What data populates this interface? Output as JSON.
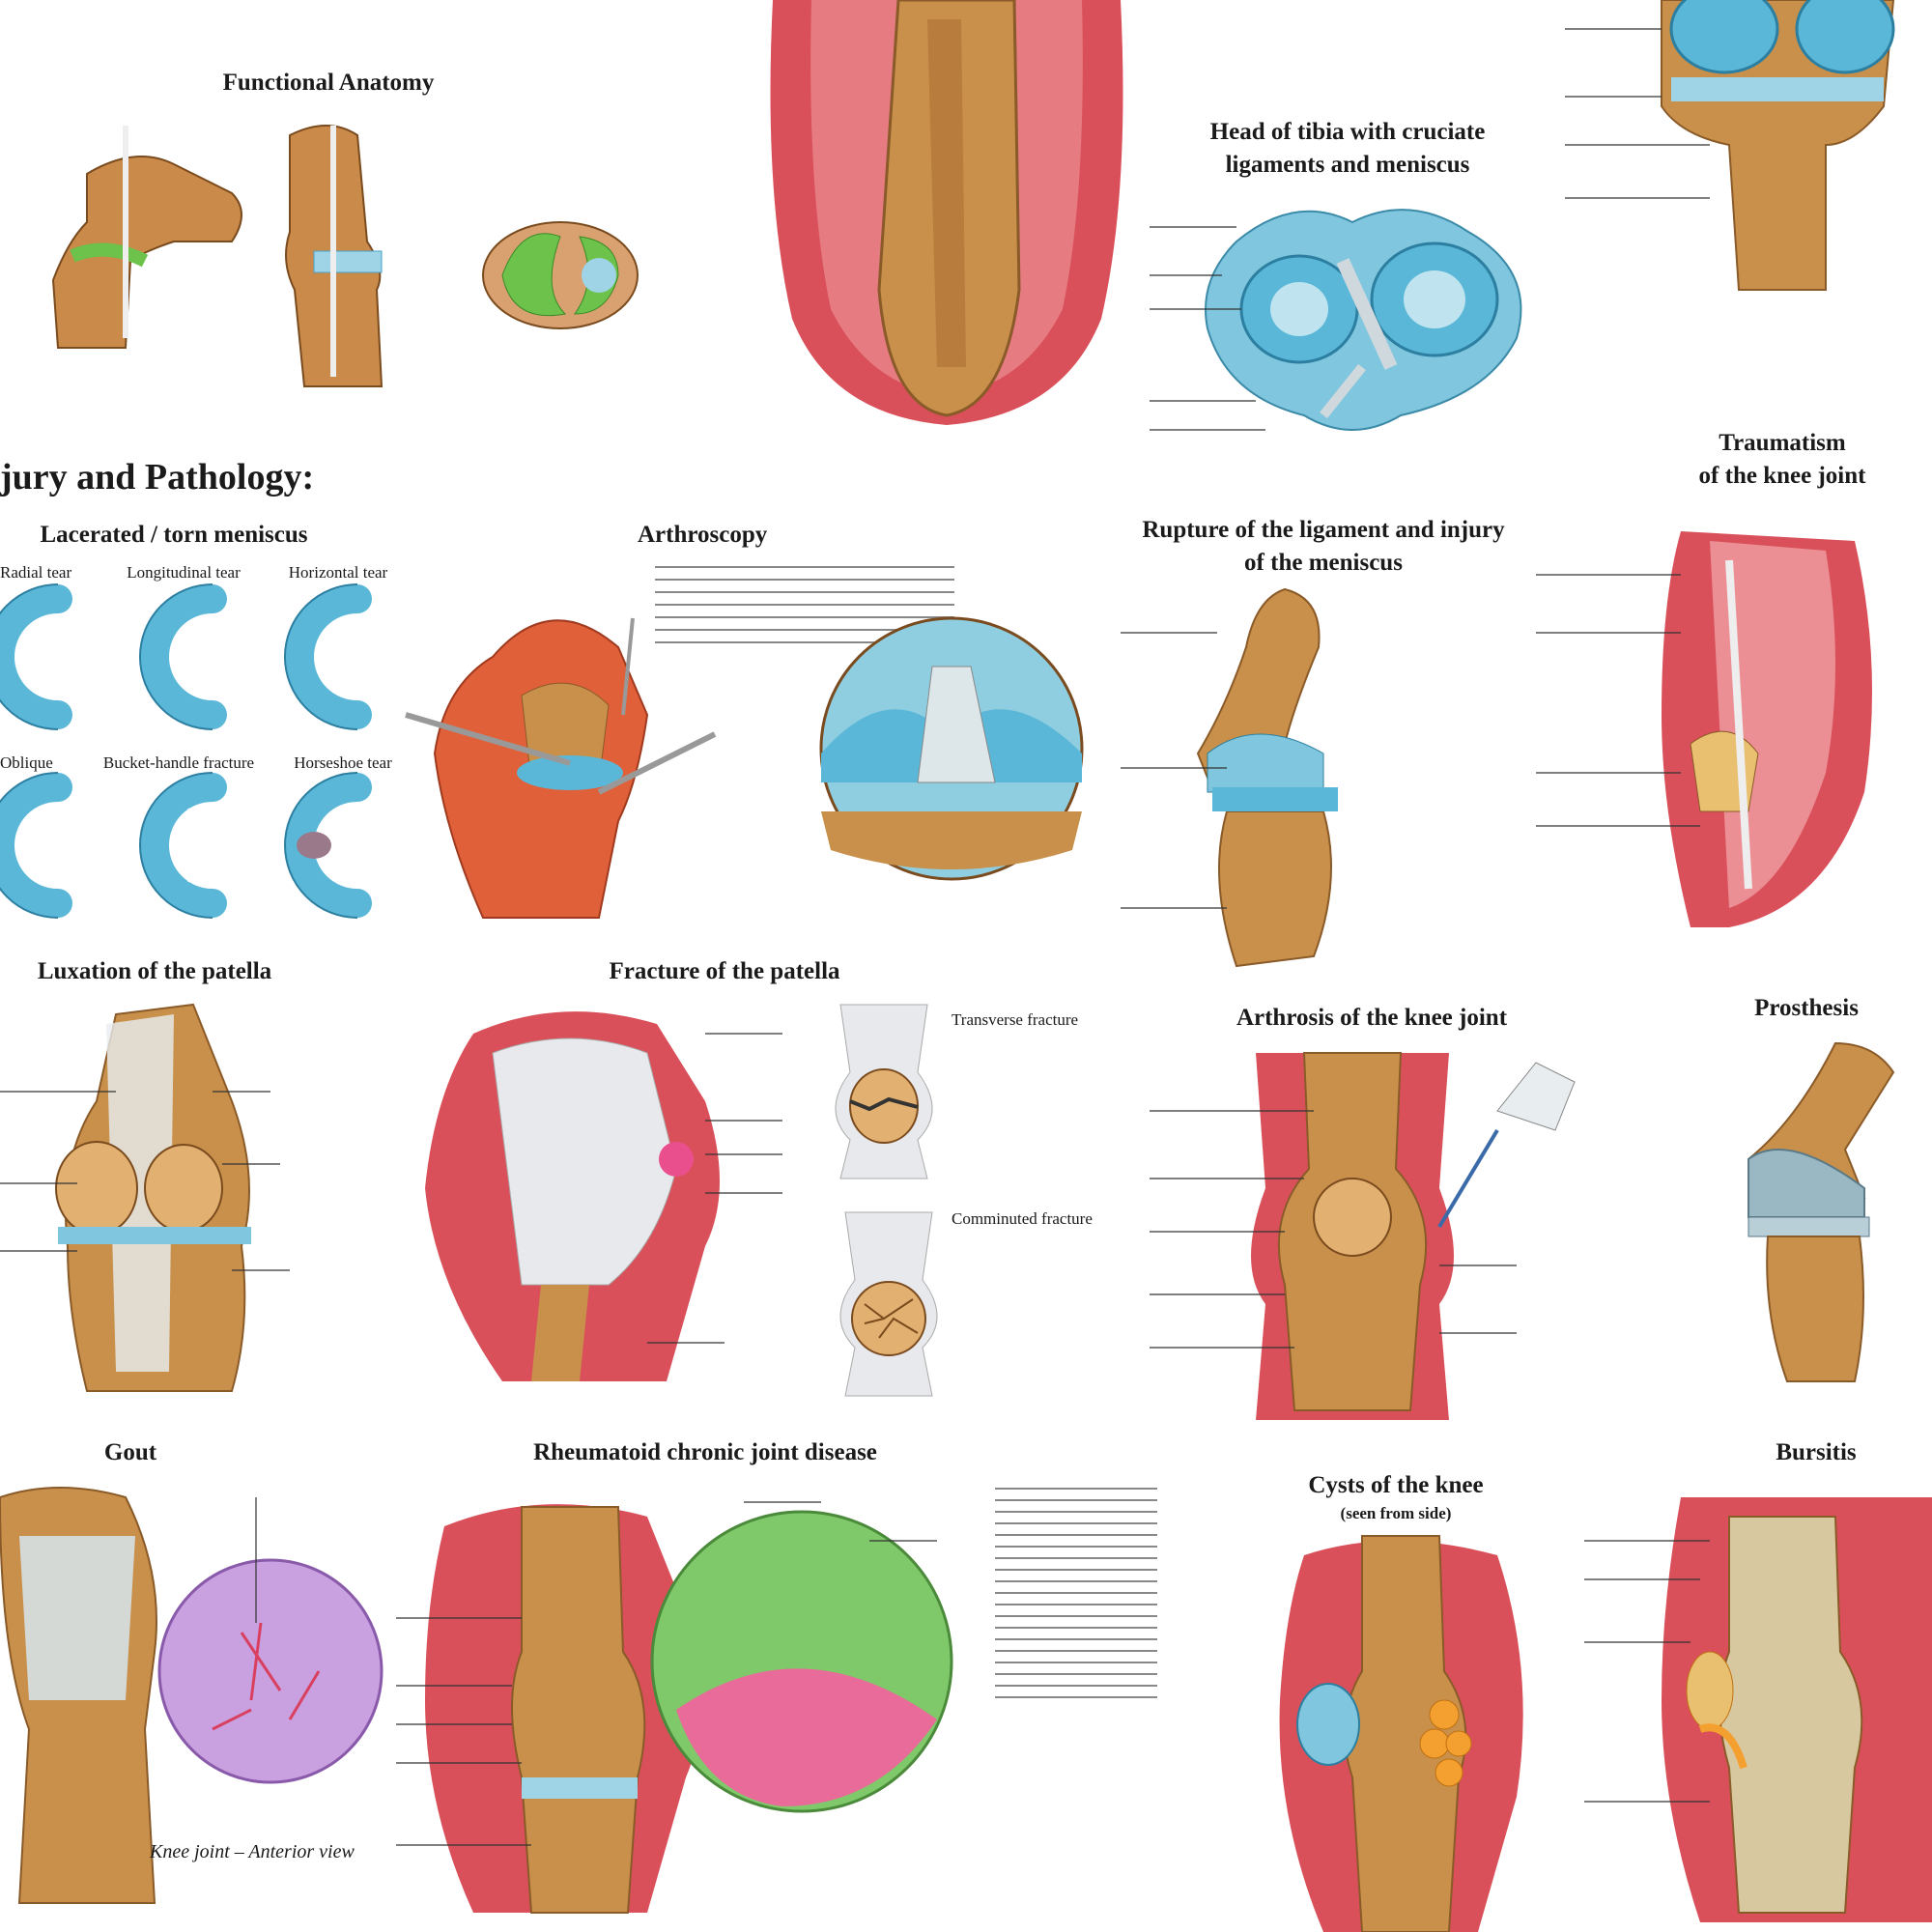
{
  "section": {
    "injury_title": "jury and Pathology:"
  },
  "panels": {
    "functional_anatomy": {
      "title": "Functional Anatomy"
    },
    "head_of_tibia": {
      "title_line1": "Head of tibia with cruciate",
      "title_line2": "ligaments and meniscus"
    },
    "traumatism": {
      "title_line1": "Traumatism",
      "title_line2": "of the knee joint"
    },
    "torn_meniscus": {
      "title": "Lacerated / torn meniscus",
      "row1": [
        "Radial tear",
        "Longitudinal tear",
        "Horizontal tear"
      ],
      "row2": [
        "Oblique",
        "Bucket-handle fracture",
        "Horseshoe tear"
      ]
    },
    "arthroscopy": {
      "title": "Arthroscopy"
    },
    "rupture": {
      "title_line1": "Rupture of the ligament and injury",
      "title_line2": "of the meniscus"
    },
    "luxation": {
      "title": "Luxation of the patella"
    },
    "fracture": {
      "title": "Fracture of the patella",
      "transverse": "Transverse fracture",
      "comminuted": "Comminuted fracture"
    },
    "arthrosis": {
      "title": "Arthrosis of the knee joint"
    },
    "prosthesis": {
      "title": "Prosthesis"
    },
    "gout": {
      "title": "Gout",
      "caption": "Knee joint – Anterior view"
    },
    "rheumatoid": {
      "title": "Rheumatoid chronic joint disease"
    },
    "cysts": {
      "title": "Cysts of the knee",
      "subtitle": "(seen from side)"
    },
    "bursitis": {
      "title": "Bursitis"
    }
  },
  "colors": {
    "bone": "#c8904a",
    "bone_dark": "#8a5a28",
    "muscle": "#d9505a",
    "muscle_light": "#ec8f95",
    "meniscus": "#5ab7d8",
    "cartilage": "#9fd3e6"
  }
}
